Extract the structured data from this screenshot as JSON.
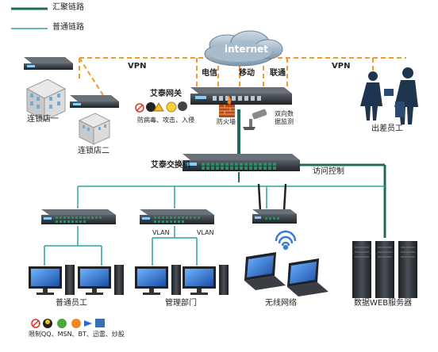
{
  "legend": {
    "aggregate": "汇聚链路",
    "normal": "普通链路"
  },
  "cloud": {
    "label": "internet"
  },
  "vpn_left": "VPN",
  "vpn_right": "VPN",
  "isp": {
    "telecom": "电信",
    "mobile": "移动",
    "unicom": "联通"
  },
  "gateway": {
    "title": "艾泰网关"
  },
  "features": {
    "security": "防病毒、攻击、入侵",
    "firewall": "防火墙",
    "monitor_line1": "双向数",
    "monitor_line2": "据监测"
  },
  "branches": {
    "store1": "连锁店一",
    "store2": "连锁店二"
  },
  "travel": "出差员工",
  "switch": {
    "title": "艾泰交换机",
    "access": "访问控制"
  },
  "vlan": [
    "VLAN",
    "VLAN"
  ],
  "groups": {
    "staff": "普通员工",
    "management": "管理部门",
    "wireless": "无线网络",
    "server": "数据WEB服务器"
  },
  "restrict": "限制QQ、MSN、BT、迅雷、炒股",
  "colors": {
    "aggregate": "#1f6b5a",
    "normal": "#2aa6a0",
    "vpn": "#f29a2e",
    "cloud": "#8aa6bc",
    "device": "#2c2f33",
    "port": "#1f7a58"
  }
}
